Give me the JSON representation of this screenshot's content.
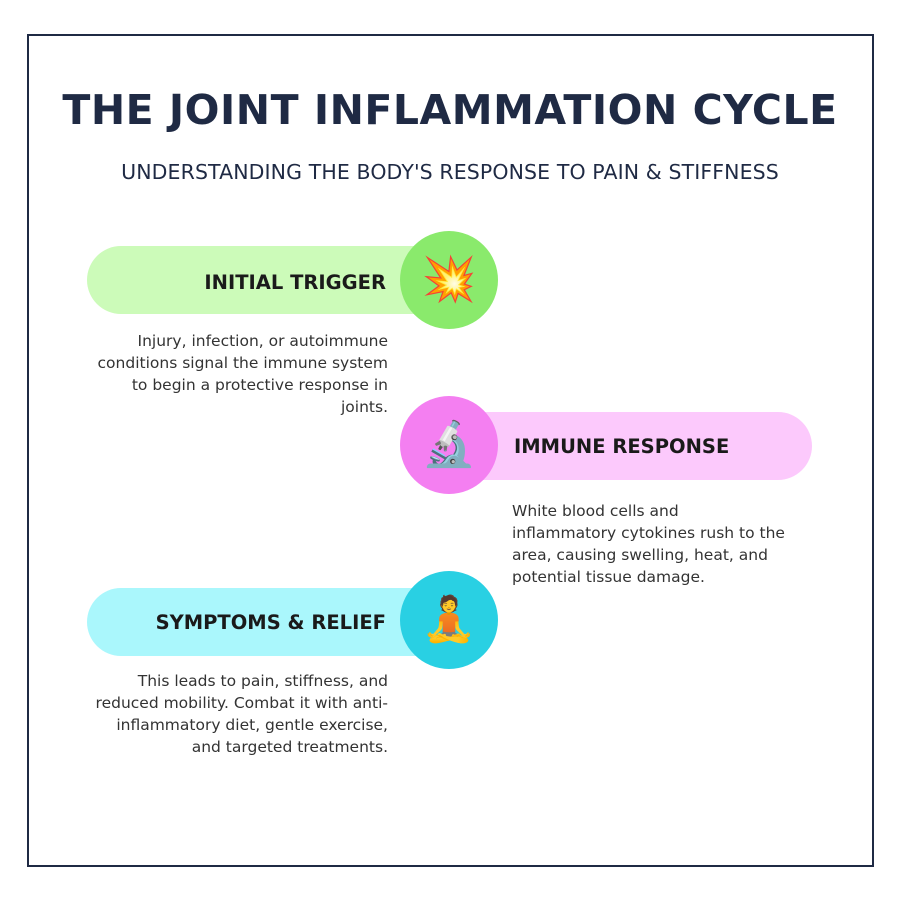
{
  "header": {
    "title": "THE JOINT INFLAMMATION CYCLE",
    "subtitle": "UNDERSTANDING THE BODY'S RESPONSE TO PAIN & STIFFNESS"
  },
  "colors": {
    "frame": "#1f2a44",
    "title": "#1f2a44"
  },
  "steps": [
    {
      "label": "INITIAL TRIGGER",
      "icon": "collision-icon",
      "glyph": "💥",
      "pill_color": "#ccfbb9",
      "circle_color": "#8aea6c",
      "description": "Injury, infection, or autoimmune conditions signal the immune system to begin a protective response in joints."
    },
    {
      "label": "IMMUNE RESPONSE",
      "icon": "microscope-icon",
      "glyph": "🔬",
      "pill_color": "#fcc9fc",
      "circle_color": "#f47ff1",
      "description": "White blood cells and inflammatory cytokines rush to the area, causing swelling, heat, and potential tissue damage."
    },
    {
      "label": "SYMPTOMS & RELIEF",
      "icon": "person-meditating-icon",
      "glyph": "🧘",
      "pill_color": "#aaf7fc",
      "circle_color": "#29d0e3",
      "description": "This leads to pain, stiffness, and reduced mobility. Combat it with anti-inflammatory diet, gentle exercise, and targeted treatments."
    }
  ]
}
